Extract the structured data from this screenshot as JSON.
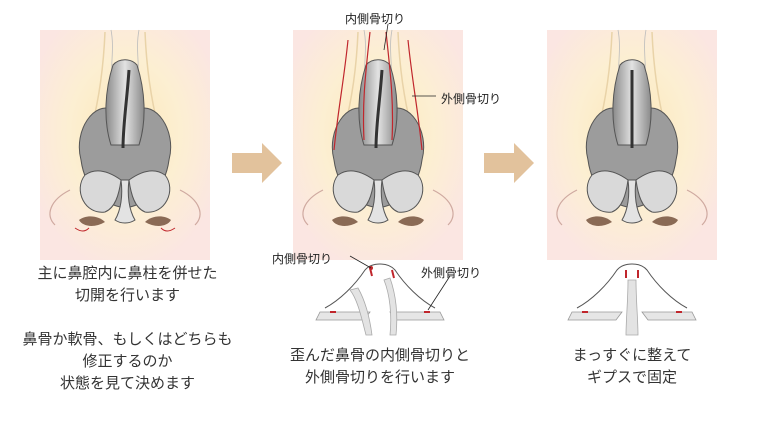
{
  "colors": {
    "skin_top": "#fdf6e6",
    "skin_mid": "#f9e6b8",
    "skin_edge": "#f9d9d6",
    "bone_dark": "#7a7a7a",
    "bone_light": "#d8d8d8",
    "cartilage": "#b9b9b9",
    "nostril": "#8a6a55",
    "cut_line": "#c0262c",
    "arrow": "#e2c29c"
  },
  "step1": {
    "caption_a": [
      "主に鼻腔内に鼻柱を併せた",
      "切開を行います"
    ],
    "caption_b": [
      "鼻骨か軟骨、もしくはどちらも",
      "修正するのか",
      "状態を見て決めます"
    ]
  },
  "step2": {
    "label_inner_top": "内側骨切り",
    "label_outer_top": "外側骨切り",
    "label_inner_small": "内側骨切り",
    "label_outer_small": "外側骨切り",
    "caption": [
      "歪んだ鼻骨の内側骨切りと",
      "外側骨切りを行います"
    ]
  },
  "step3": {
    "caption": [
      "まっすぐに整えて",
      "ギプスで固定"
    ]
  }
}
